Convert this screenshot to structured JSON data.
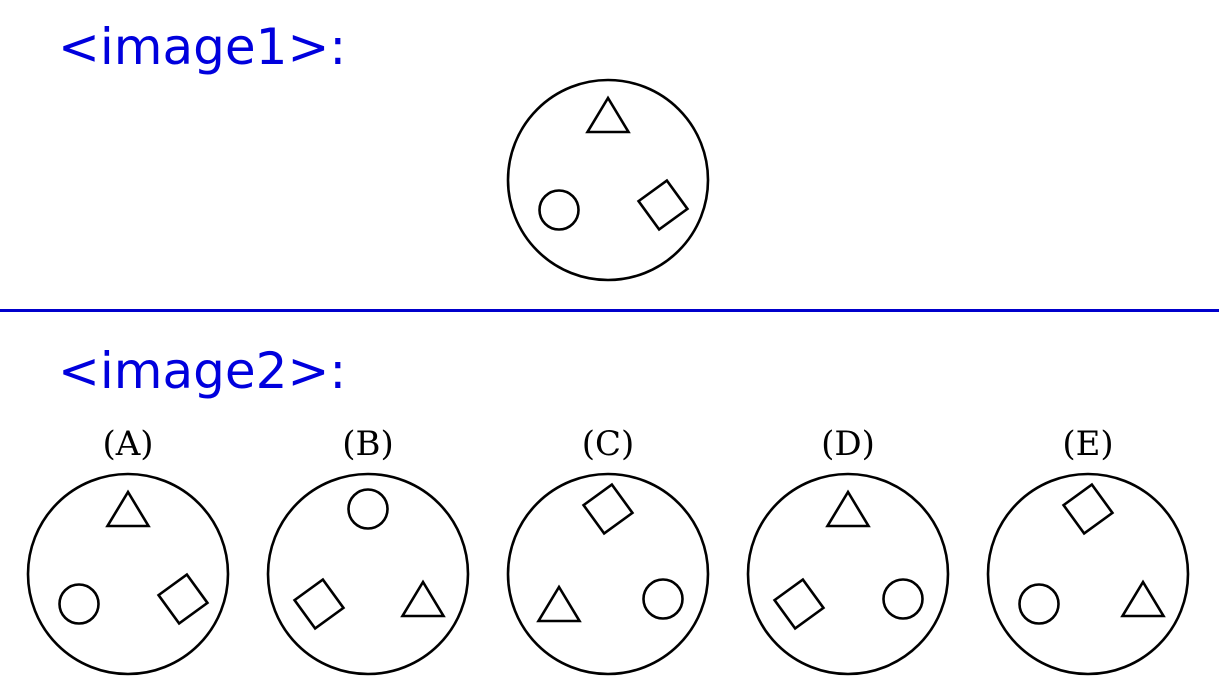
{
  "colors": {
    "label": "#0000dd",
    "divider": "#0000cc",
    "stroke": "#000000"
  },
  "question": {
    "label": "<image1>:",
    "figure": {
      "top": "triangle",
      "left": "circle",
      "right": "diamond"
    }
  },
  "options": {
    "label": "<image2>:",
    "items": [
      {
        "label": "(A)",
        "top": "triangle",
        "left": "circle",
        "right": "diamond"
      },
      {
        "label": "(B)",
        "top": "circle",
        "left": "diamond",
        "right": "triangle"
      },
      {
        "label": "(C)",
        "top": "diamond",
        "left": "triangle",
        "right": "circle"
      },
      {
        "label": "(D)",
        "top": "triangle",
        "left": "diamond",
        "right": "circle"
      },
      {
        "label": "(E)",
        "top": "diamond",
        "left": "circle",
        "right": "triangle"
      }
    ]
  }
}
